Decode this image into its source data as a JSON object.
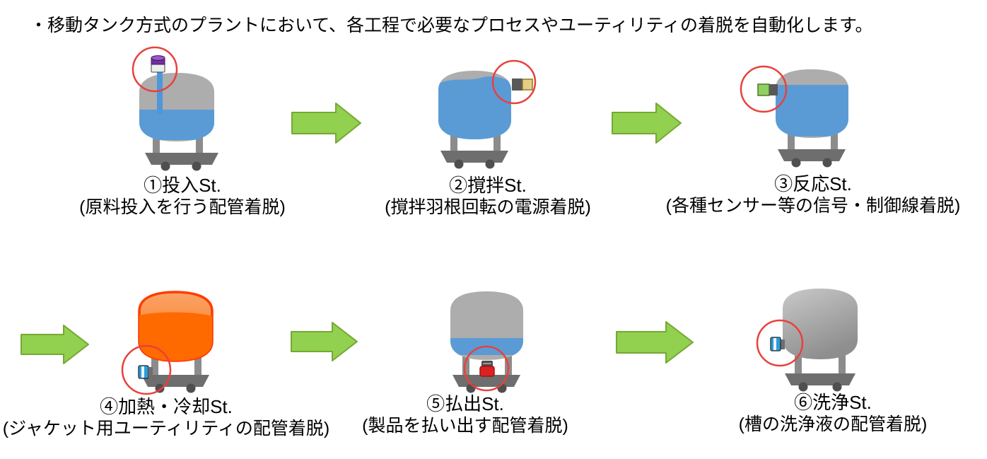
{
  "title": "・移動タンク方式のプラントにおいて、各工程で必要なプロセスやユーティリティの着脱を自動化します。",
  "stations": [
    {
      "id": "1",
      "title": "①投入St.",
      "subtitle": "(原料投入を行う配管着脱)",
      "connector_icon": "top-feed-pipe-purple-cap-icon",
      "tank_state": "partially-filled-blue"
    },
    {
      "id": "2",
      "title": "②撹拌St.",
      "subtitle": "(撹拌羽根回転の電源着脱)",
      "connector_icon": "side-power-plug-yellow-icon",
      "tank_state": "full-blue-wavy"
    },
    {
      "id": "3",
      "title": "③反応St.",
      "subtitle": "(各種センサー等の信号・制御線着脱)",
      "connector_icon": "side-signal-plug-green-icon",
      "tank_state": "full-blue"
    },
    {
      "id": "4",
      "title": "④加熱・冷却St.",
      "subtitle": "(ジャケット用ユーティリティの配管着脱)",
      "connector_icon": "bottom-utility-pipe-blue-icon",
      "tank_state": "heated-orange"
    },
    {
      "id": "5",
      "title": "⑤払出St.",
      "subtitle": "(製品を払い出す配管着脱)",
      "connector_icon": "bottom-discharge-valve-red-icon",
      "tank_state": "nearly-empty-blue"
    },
    {
      "id": "6",
      "title": "⑥洗浄St.",
      "subtitle": "(槽の洗浄液の配管着脱)",
      "connector_icon": "side-cleaning-pipe-blue-icon",
      "tank_state": "empty-gray"
    }
  ],
  "colors": {
    "tank": "#adadad",
    "liquid": "#5b9bd5",
    "pipe": "#4e97d8",
    "cart_leg": "#8c8c8c",
    "cart_base": "#6e6e6e",
    "wheel": "#4f4f4f",
    "arrow": "#92d050",
    "arrow_border": "#76a832",
    "highlight_circle": "#e8413c",
    "orange_tank": "#ff6a00",
    "orange_outline": "#ff3b00",
    "purple_cap": "#7030a0",
    "plug_dark": "#595959",
    "plug_yellow": "#e6ce84",
    "plug_green": "#8fcf63",
    "valve_red": "#dd2222",
    "connector_blue": "#2f9bd8",
    "empty_tank_top": "#c9c9c9",
    "empty_tank_bottom": "#8e8e8e",
    "orange_top": "#faa468"
  }
}
